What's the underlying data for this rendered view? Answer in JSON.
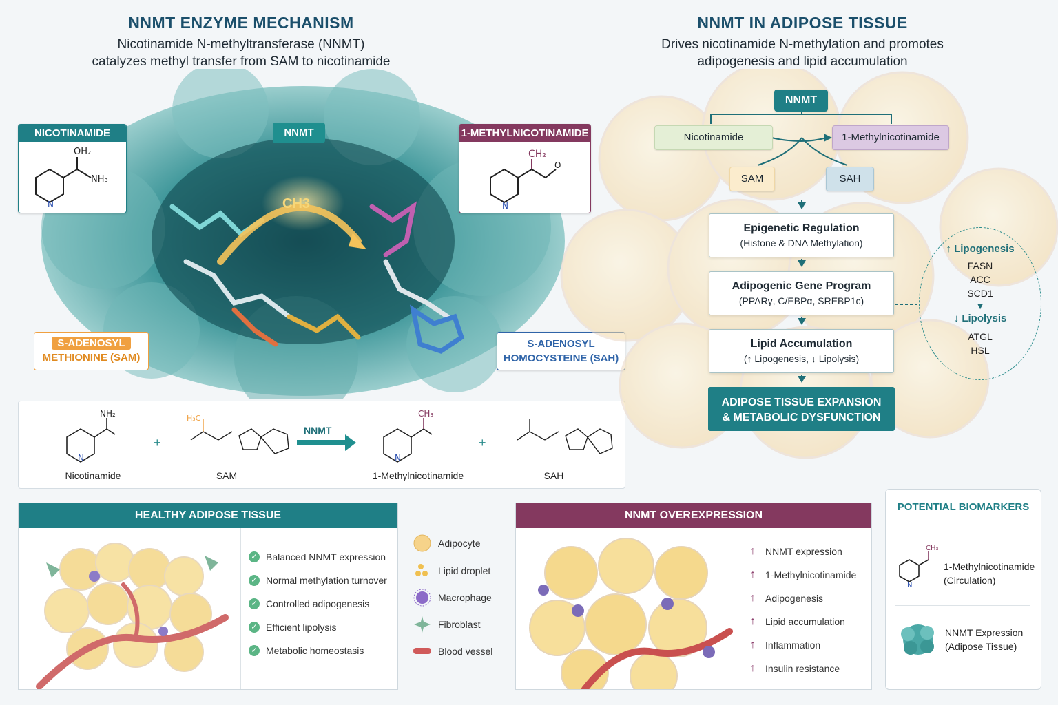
{
  "left": {
    "title": "NNMT ENZYME MECHANISM",
    "subtitle_line1": "Nicotinamide N-methyltransferase (NNMT)",
    "subtitle_line2": "catalyzes methyl transfer from SAM to nicotinamide",
    "labels": {
      "nicotinamide": "NICOTINAMIDE",
      "nnmt": "NNMT",
      "methylnicotinamide": "1-METHYLNICOTINAMIDE",
      "sam_line1": "S-ADENOSYL",
      "sam_line2": "METHIONINE (SAM)",
      "sah_line1": "S-ADENOSYL",
      "sah_line2": "HOMOCYSTEINE (SAH)",
      "ch3": "CH3"
    },
    "reaction": {
      "nicotinamide": "Nicotinamide",
      "sam": "SAM",
      "arrow_label": "NNMT",
      "product": "1-Methylnicotinamide",
      "sah": "SAH"
    }
  },
  "right": {
    "title": "NNMT IN ADIPOSE TISSUE",
    "subtitle_line1": "Drives nicotinamide N-methylation and promotes",
    "subtitle_line2": "adipogenesis and lipid accumulation",
    "flow": {
      "nnmt": "NNMT",
      "nicotinamide": "Nicotinamide",
      "methylnicotinamide": "1-Methylnicotinamide",
      "sam": "SAM",
      "sah": "SAH",
      "epigenetic_title": "Epigenetic Regulation",
      "epigenetic_sub": "(Histone & DNA Methylation)",
      "adipogenic_title": "Adipogenic Gene Program",
      "adipogenic_sub": "(PPARγ, C/EBPα, SREBP1c)",
      "lipid_title": "Lipid Accumulation",
      "lipid_sub": "(↑ Lipogenesis, ↓ Lipolysis)",
      "final_line1": "ADIPOSE TISSUE EXPANSION",
      "final_line2": "& METABOLIC DYSFUNCTION"
    },
    "side": {
      "lipogenesis": "↑ Lipogenesis",
      "genes_up": [
        "FASN",
        "ACC",
        "SCD1"
      ],
      "lipolysis": "↓ Lipolysis",
      "genes_down": [
        "ATGL",
        "HSL"
      ]
    }
  },
  "healthy": {
    "title": "HEALTHY ADIPOSE TISSUE",
    "items": [
      "Balanced NNMT expression",
      "Normal methylation turnover",
      "Controlled adipogenesis",
      "Efficient lipolysis",
      "Metabolic homeostasis"
    ]
  },
  "legend": {
    "items": [
      "Adipocyte",
      "Lipid droplet",
      "Macrophage",
      "Fibroblast",
      "Blood vessel"
    ]
  },
  "overexpression": {
    "title": "NNMT OVEREXPRESSION",
    "items": [
      "NNMT expression",
      "1-Methylnicotinamide",
      "Adipogenesis",
      "Lipid accumulation",
      "Inflammation",
      "Insulin resistance"
    ]
  },
  "biomarkers": {
    "title": "POTENTIAL BIOMARKERS",
    "b1_line1": "1-Methylnicotinamide",
    "b1_line2": "(Circulation)",
    "b2_line1": "NNMT Expression",
    "b2_line2": "(Adipose Tissue)"
  },
  "colors": {
    "teal": "#1f7f86",
    "purple": "#84395f",
    "orange": "#f0a040",
    "blue": "#2f64a8"
  }
}
